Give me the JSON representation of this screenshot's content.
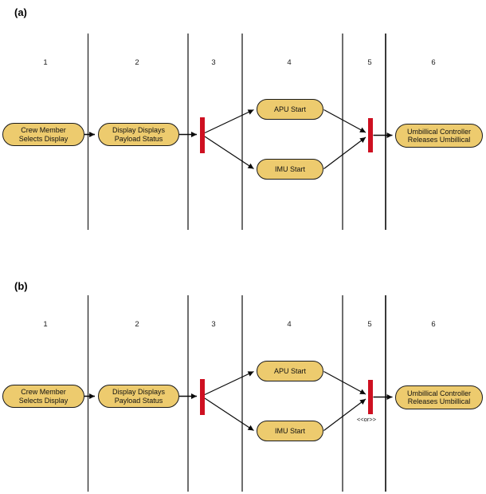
{
  "figure": {
    "colors": {
      "node_fill": "#EDCB6E",
      "node_border": "#1A1A1A",
      "sync_bar_red": "#CE1021",
      "lane_line_gray": "#6E6E6E"
    },
    "panels": [
      {
        "label": "(a)",
        "lanes": [
          "1",
          "2",
          "3",
          "4",
          "5",
          "6"
        ],
        "nodes": {
          "crew": "Crew Member\nSelects Display",
          "display": "Display Displays\nPayload Status",
          "apu": "APU Start",
          "imu": "IMU Start",
          "umbilical": "Umbillical Controller\nReleases Umbillical"
        },
        "join_stereotype": ""
      },
      {
        "label": "(b)",
        "lanes": [
          "1",
          "2",
          "3",
          "4",
          "5",
          "6"
        ],
        "nodes": {
          "crew": "Crew Member\nSelects Display",
          "display": "Display Displays\nPayload Status",
          "apu": "APU Start",
          "imu": "IMU Start",
          "umbilical": "Umbillical Controller\nReleases Umbillical"
        },
        "join_stereotype": "<<or>>"
      }
    ]
  }
}
